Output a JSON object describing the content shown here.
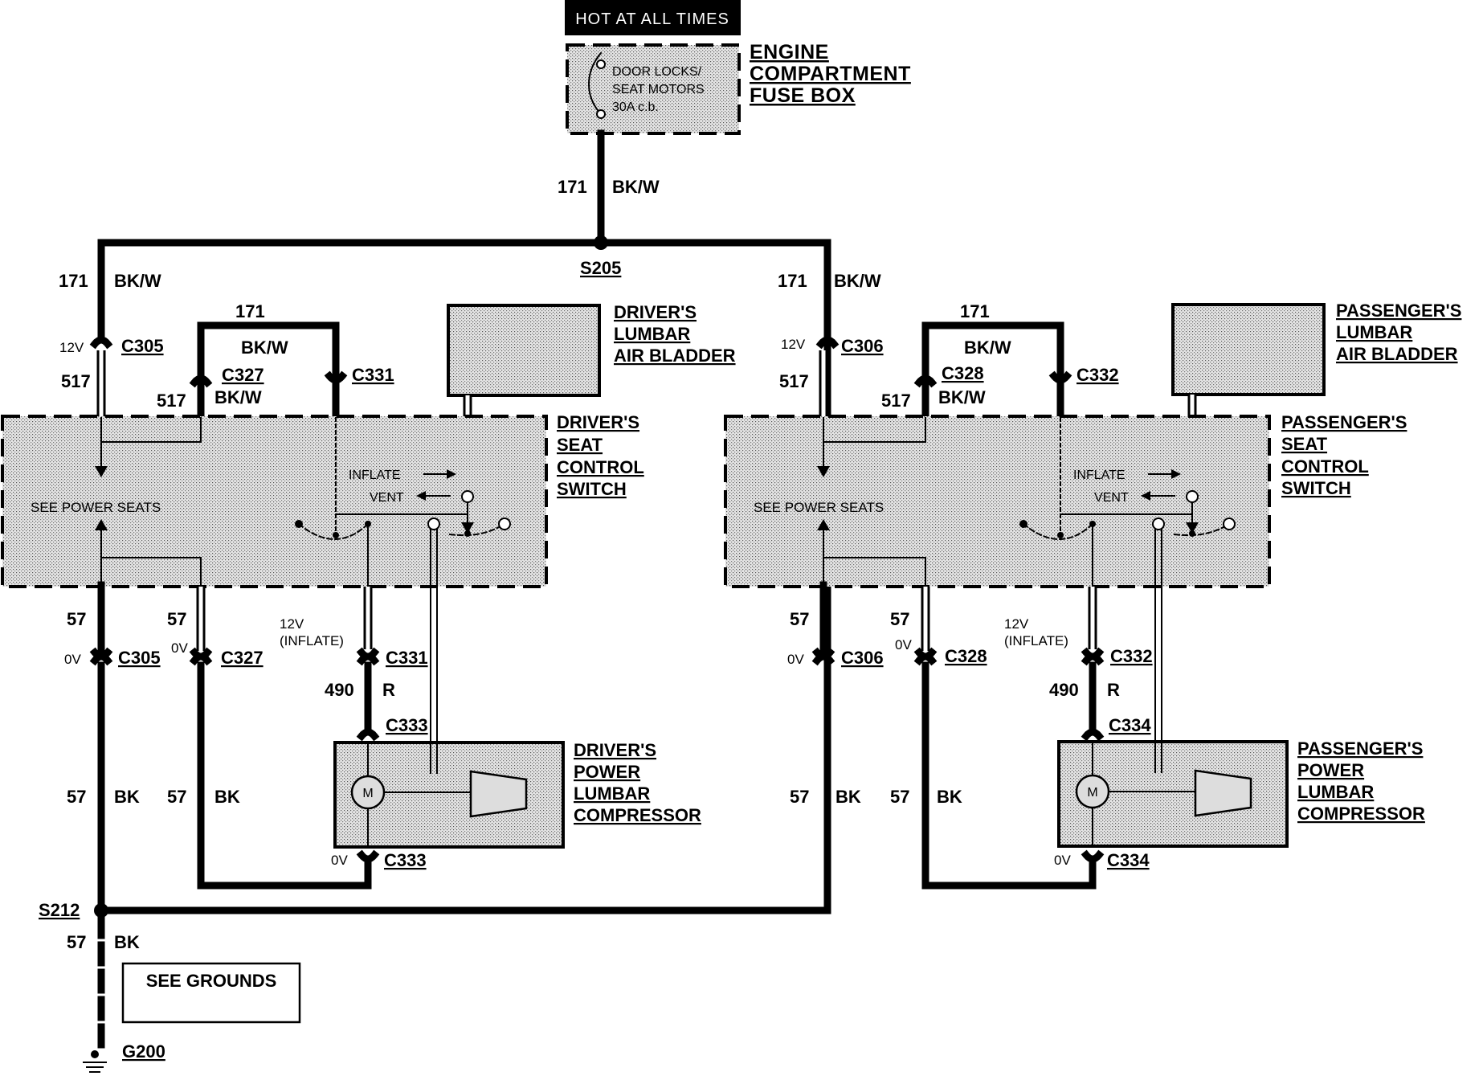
{
  "header": {
    "hot": "HOT AT ALL TIMES"
  },
  "fuse": {
    "line1": "DOOR LOCKS/",
    "line2": "SEAT MOTORS",
    "line3": "30A c.b.",
    "title1": "ENGINE",
    "title2": "COMPARTMENT",
    "title3": "FUSE BOX"
  },
  "wires": {
    "c171": "171",
    "bkw": "BK/W",
    "c517": "517",
    "c57": "57",
    "bk": "BK",
    "c490": "490",
    "r": "R",
    "v12": "12V",
    "v0": "0V",
    "inflate12a": "12V",
    "inflate12b": "(INFLATE)"
  },
  "splices": {
    "s205": "S205",
    "s212": "S212",
    "g200": "G200"
  },
  "driver": {
    "c_main": "C305",
    "c_memory": "C327",
    "c_lumbar": "C331",
    "c_comp": "C333",
    "bladder1": "DRIVER'S",
    "bladder2": "LUMBAR",
    "bladder3": "AIR BLADDER",
    "switch1": "DRIVER'S",
    "switch2": "SEAT",
    "switch3": "CONTROL",
    "switch4": "SWITCH",
    "comp1": "DRIVER'S",
    "comp2": "POWER",
    "comp3": "LUMBAR",
    "comp4": "COMPRESSOR"
  },
  "passenger": {
    "c_main": "C306",
    "c_memory": "C328",
    "c_lumbar": "C332",
    "c_comp": "C334",
    "bladder1": "PASSENGER'S",
    "bladder2": "LUMBAR",
    "bladder3": "AIR BLADDER",
    "switch1": "PASSENGER'S",
    "switch2": "SEAT",
    "switch3": "CONTROL",
    "switch4": "SWITCH",
    "comp1": "PASSENGER'S",
    "comp2": "POWER",
    "comp3": "LUMBAR",
    "comp4": "COMPRESSOR"
  },
  "inside": {
    "inflate": "INFLATE",
    "vent": "VENT",
    "see_power_seats": "SEE POWER SEATS",
    "motor": "M"
  },
  "grounds": {
    "see_grounds": "SEE GROUNDS"
  }
}
